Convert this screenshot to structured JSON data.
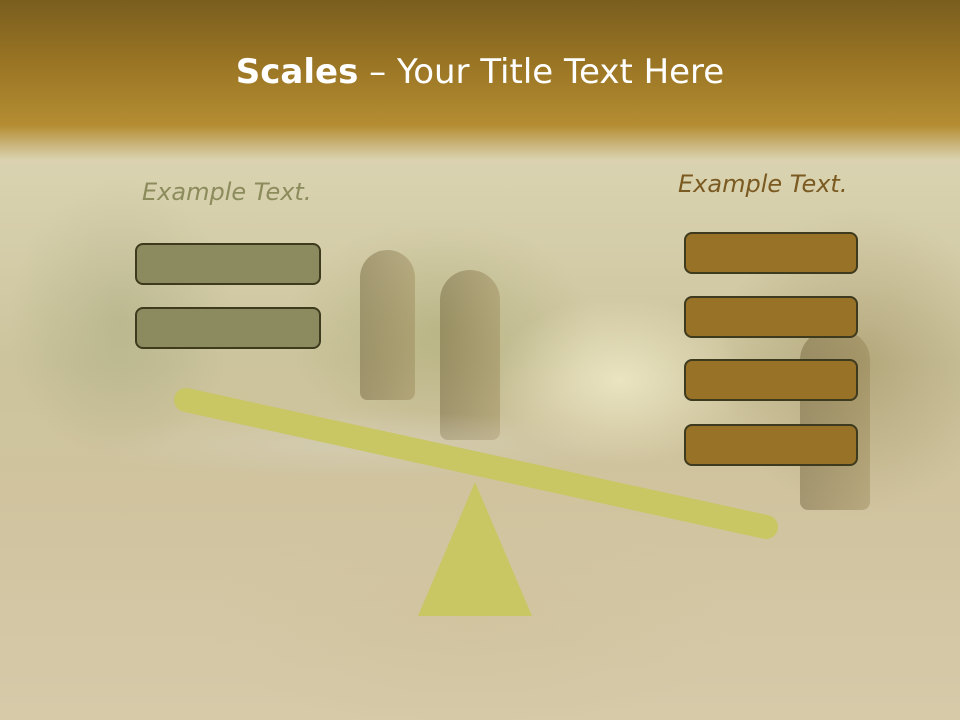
{
  "slide": {
    "title_bold": "Scales",
    "title_rest": " – Your Title Text Here",
    "left": {
      "label": "Example Text.",
      "box_count": 2
    },
    "right": {
      "label": "Example Text.",
      "box_count": 4
    },
    "colors": {
      "title_bar": "#9a7524",
      "title_text": "#ffffff",
      "left_label": "#8b8b5c",
      "right_label": "#7a5a21",
      "left_box_fill": "#8b8b5f",
      "right_box_fill": "#987226",
      "box_border": "#3e3a1e",
      "scale": "#c9c664"
    }
  }
}
